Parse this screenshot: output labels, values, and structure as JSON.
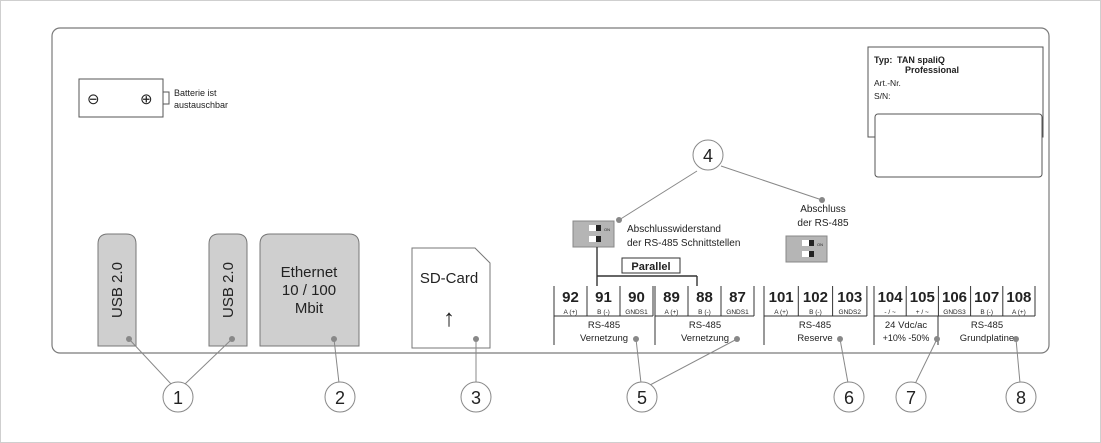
{
  "battery": {
    "minus": "⊖",
    "plus": "⊕",
    "label_line1": "Batterie ist",
    "label_line2": "austauschbar"
  },
  "typeplate": {
    "typ_label": "Typ:",
    "typ_value_1": "TAN spaliQ",
    "typ_value_2": "Professional",
    "art_nr": "Art.-Nr.",
    "sn": "S/N:"
  },
  "ports": {
    "usb1": "USB 2.0",
    "usb2": "USB 2.0",
    "eth_1": "Ethernet",
    "eth_2": "10 / 100",
    "eth_3": "Mbit",
    "sd": "SD-Card",
    "sd_arrow": "↑"
  },
  "annotations": {
    "termination_1": "Abschlusswiderstand",
    "termination_2": "der RS-485 Schnittstellen",
    "abschluss_1": "Abschluss",
    "abschluss_2": "der RS-485",
    "parallel": "Parallel",
    "switch_on": "ON"
  },
  "terminals": {
    "g1": {
      "nums": [
        "92",
        "91",
        "90"
      ],
      "subs": [
        "A (+)",
        "B (-)",
        "GNDS1"
      ],
      "l1": "RS-485",
      "l2": "Vernetzung"
    },
    "g2": {
      "nums": [
        "89",
        "88",
        "87"
      ],
      "subs": [
        "A (+)",
        "B (-)",
        "GNDS1"
      ],
      "l1": "RS-485",
      "l2": "Vernetzung"
    },
    "g3": {
      "nums": [
        "101",
        "102",
        "103"
      ],
      "subs": [
        "A (+)",
        "B (-)",
        "GNDS2"
      ],
      "l1": "RS-485",
      "l2": "Reserve"
    },
    "g4": {
      "nums": [
        "104",
        "105",
        "106",
        "107",
        "108"
      ],
      "subs": [
        "- / ~",
        "+ / ~",
        "GNDS3",
        "B (-)",
        "A (+)"
      ],
      "l1a": "24 Vdc/ac",
      "l2a": "+10% -50%",
      "l1b": "RS-485",
      "l2b": "Grundplatine"
    }
  },
  "callouts": [
    "1",
    "2",
    "3",
    "4",
    "5",
    "6",
    "7",
    "8"
  ]
}
